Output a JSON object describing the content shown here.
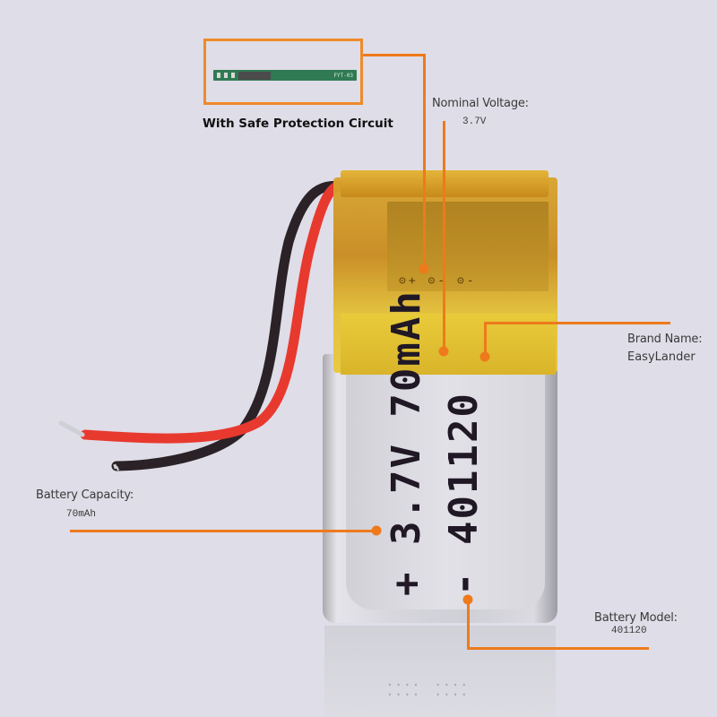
{
  "pcb_callout": {
    "caption": "With Safe Protection Circuit",
    "board_marking": "FYT-03"
  },
  "callouts": {
    "nominal_voltage": {
      "title": "Nominal Voltage:",
      "value": "3.7V"
    },
    "brand_name": {
      "title": "Brand Name:",
      "value": "EasyLander"
    },
    "battery_capacity": {
      "title": "Battery Capacity:",
      "value": "70mAh"
    },
    "battery_model": {
      "title": "Battery Model:",
      "value": "401120"
    }
  },
  "battery": {
    "print_line_1": "+ 3.7V 70mAh",
    "print_line_2": "- 401120",
    "terminal_marks": "⊝+ ⊝- ⊝-"
  },
  "colors": {
    "background": "#dfdde7",
    "callout_orange": "#ee7a1c",
    "pcb_green": "#2f7a52",
    "wire_red": "#e8392f",
    "wire_black": "#2a2226",
    "kapton_yellow": "#e3c136"
  }
}
